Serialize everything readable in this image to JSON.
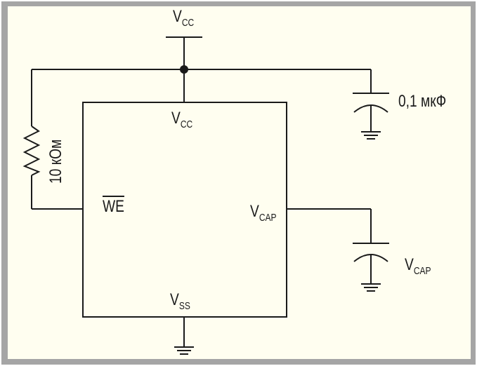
{
  "colors": {
    "frame": "#a5a5a5",
    "background": "#fffef0",
    "wire": "#1a1a1a"
  },
  "labels": {
    "vcc_top": {
      "main": "V",
      "sub": "CC"
    },
    "vcc_pin": {
      "main": "V",
      "sub": "CC"
    },
    "vss_pin": {
      "main": "V",
      "sub": "SS"
    },
    "vcap_pin": {
      "main": "V",
      "sub": "CAP"
    },
    "vcap_cap": {
      "main": "V",
      "sub": "CAP"
    },
    "we_pin": "WE",
    "cap_value": "0,1 мкФ",
    "resistor_value": "10 кОм"
  }
}
